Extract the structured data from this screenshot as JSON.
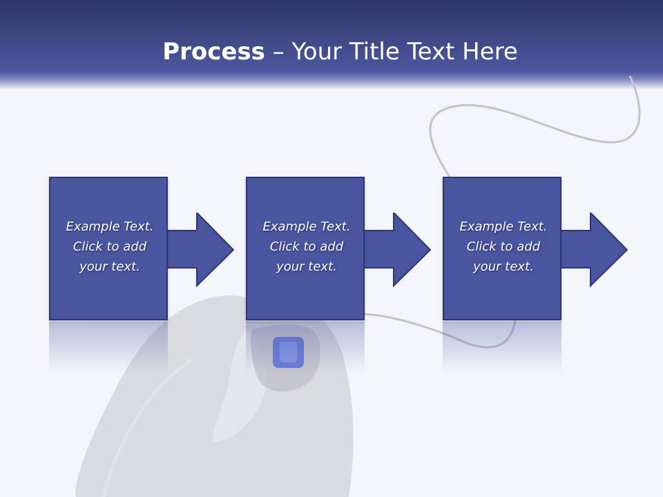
{
  "header": {
    "title_bold": "Process",
    "title_rest": " – Your Title Text Here"
  },
  "steps": [
    {
      "line1": "Example Text.",
      "line2": "Click to add",
      "line3": "your text."
    },
    {
      "line1": "Example Text.",
      "line2": "Click to add",
      "line3": "your text."
    },
    {
      "line1": "Example Text.",
      "line2": "Click to add",
      "line3": "your text."
    }
  ],
  "colors": {
    "box_fill": "#4a55a0",
    "box_border": "#2e3670",
    "header_dark": "#2d3566",
    "background": "#f4f5fb"
  },
  "icons": [
    "computer-mouse-icon",
    "arrow-right-icon"
  ]
}
